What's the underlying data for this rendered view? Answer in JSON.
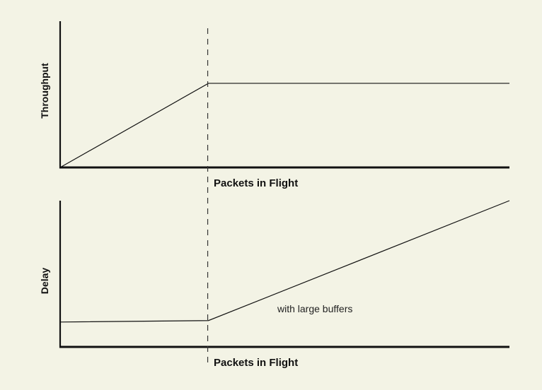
{
  "colors": {
    "background": "#F3F3E5",
    "line": "#111111"
  },
  "chart_data": [
    {
      "type": "line",
      "ylabel": "Throughput",
      "xlabel": "Packets in Flight",
      "xlim": [
        0,
        100
      ],
      "ylim": [
        0,
        100
      ],
      "grid": false,
      "series": [
        {
          "x": [
            0,
            33,
            100
          ],
          "y": [
            0,
            62,
            62
          ]
        }
      ],
      "marker_x": 33
    },
    {
      "type": "line",
      "ylabel": "Delay",
      "xlabel": "Packets in Flight",
      "xlim": [
        0,
        100
      ],
      "ylim": [
        0,
        100
      ],
      "grid": false,
      "series": [
        {
          "x": [
            0,
            33,
            100
          ],
          "y": [
            17,
            18,
            100
          ]
        }
      ],
      "annotation": "with large buffers",
      "marker_x": 33
    }
  ]
}
